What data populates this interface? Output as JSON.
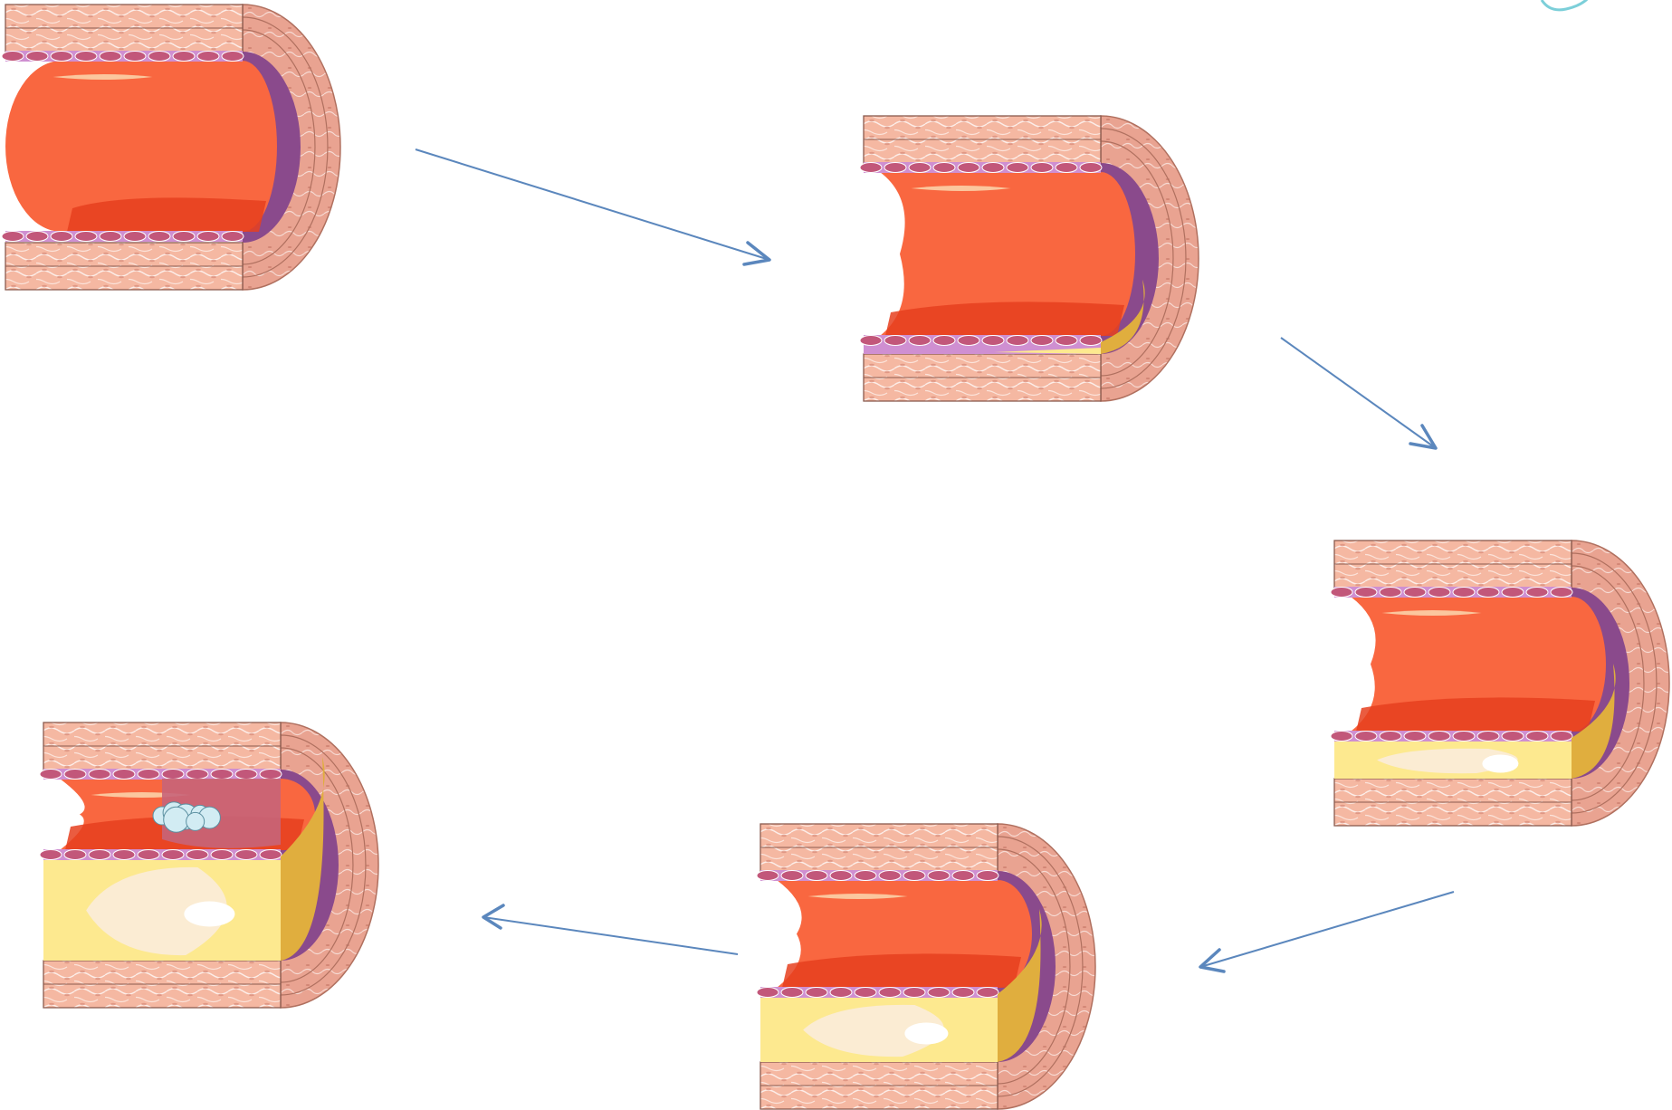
{
  "diagram": {
    "stages": [
      {
        "id": "healthy",
        "plaque": 0,
        "thrombus": false
      },
      {
        "id": "fatty-streak",
        "plaque": 1,
        "thrombus": false
      },
      {
        "id": "fibrous-plaque",
        "plaque": 2,
        "thrombus": false
      },
      {
        "id": "advanced-plaque",
        "plaque": 3,
        "thrombus": false
      },
      {
        "id": "ruptured-plaque",
        "plaque": 4,
        "thrombus": true
      }
    ],
    "arrows": [
      {
        "from": "healthy",
        "to": "fatty-streak"
      },
      {
        "from": "fatty-streak",
        "to": "fibrous-plaque"
      },
      {
        "from": "fibrous-plaque",
        "to": "advanced-plaque"
      },
      {
        "from": "advanced-plaque",
        "to": "ruptured-plaque"
      }
    ]
  },
  "colors": {
    "blood": "#f96740",
    "blood_dark": "#e63f1f",
    "muscle": "#f5b8a2",
    "muscle_dark": "#d98a78",
    "endothelium": "#c2577a",
    "intima": "#cf8fd1",
    "media": "#8a4a8c",
    "lipid": "#fde98f",
    "lipid_core": "#fbecd3",
    "lipid_side": "#e0ae3e",
    "arrow": "#5b87bd",
    "thrombus": "#d2ecf3",
    "clot": "#c66479"
  }
}
